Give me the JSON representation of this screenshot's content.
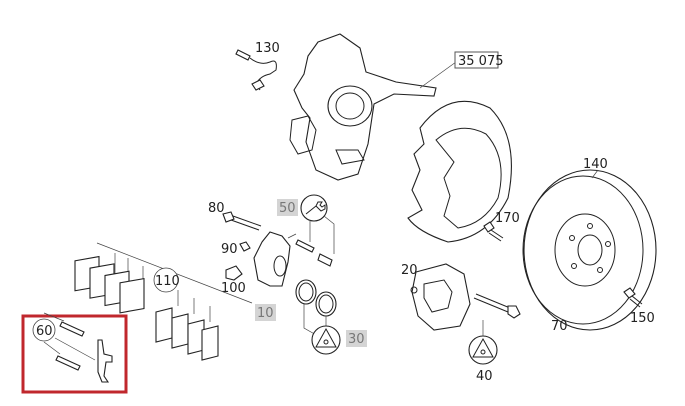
{
  "diagram": {
    "labels": {
      "p130": "130",
      "p35075": "35 075",
      "p140": "140",
      "p170": "170",
      "p80": "80",
      "p50": "50",
      "p90": "90",
      "p100": "100",
      "p10": "10",
      "p30": "30",
      "p110": "110",
      "p60": "60",
      "p20": "20",
      "p70": "70",
      "p40": "40",
      "p150": "150"
    },
    "highlight_color": "#c0272d",
    "highlighted_part": "60"
  }
}
